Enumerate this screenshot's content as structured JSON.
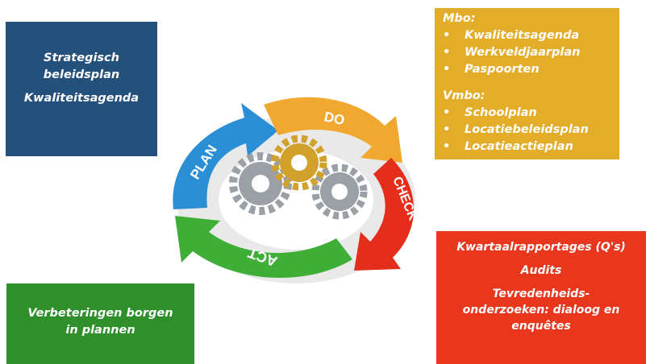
{
  "plan_box": {
    "line1": "Strategisch",
    "line2": "beleidsplan",
    "line3": "Kwaliteitsagenda",
    "color": "#24507c"
  },
  "do_box": {
    "mbo_heading": "Mbo:",
    "mbo_items": [
      "Kwaliteitsagenda",
      "Werkveldjaarplan",
      "Paspoorten"
    ],
    "vmbo_heading": "Vmbo:",
    "vmbo_items": [
      "Schoolplan",
      "Locatiebeleidsplan",
      "Locatieactieplan"
    ],
    "color": "#e3ad2a"
  },
  "check_box": {
    "line1": "Kwartaalrapportages (Q's)",
    "line2": "Audits",
    "line3": "Tevredenheids-",
    "line4": "onderzoeken: dialoog en",
    "line5": "enquêtes",
    "color": "#e8371d"
  },
  "act_box": {
    "line1": "Verbeteringen borgen",
    "line2": "in plannen",
    "color": "#2e8f2b"
  },
  "cycle": {
    "plan_label": "PLAN",
    "do_label": "DO",
    "check_label": "CHECK",
    "act_label": "ACT",
    "plan_color": "#2b8fd6",
    "do_color": "#f0a830",
    "check_color": "#e42d1a",
    "act_color": "#3fae37",
    "center_gear_color": "#d2a12c",
    "side_gear_color": "#9aa0a6"
  }
}
